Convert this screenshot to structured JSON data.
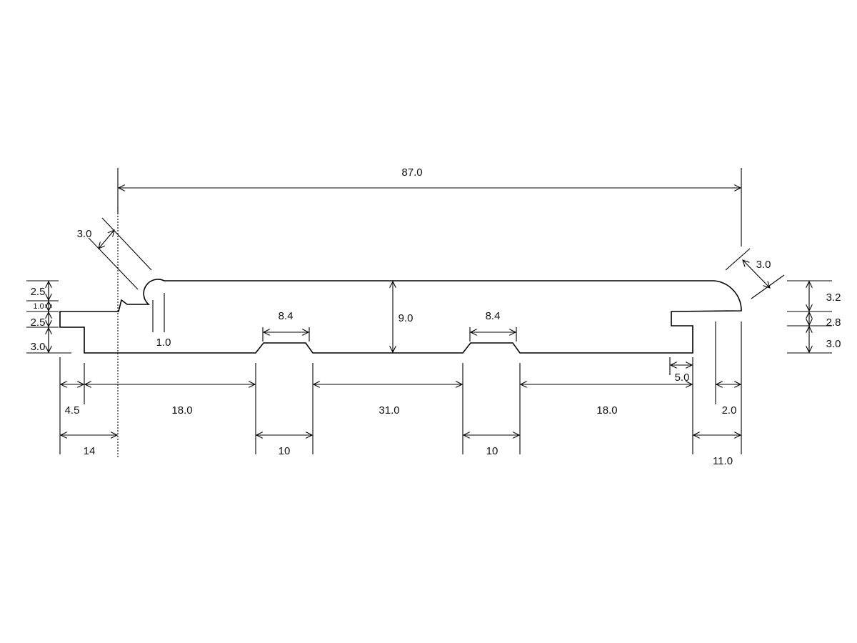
{
  "colors": {
    "line": "#000000",
    "background": "#ffffff"
  },
  "dimensions": {
    "overall_width": "87.0",
    "chamfer_left": "3.0",
    "chamfer_right": "3.0",
    "thickness": "9.0",
    "groove_top_left": "8.4",
    "groove_top_right": "8.4",
    "tongue_step": "1.0",
    "left_heights": [
      "2.5",
      "1.0",
      "2.5",
      "3.0"
    ],
    "right_heights": [
      "3.2",
      "2.8",
      "3.0"
    ],
    "right_notch": "5.0",
    "bottom_row1": [
      "4.5",
      "18.0",
      "31.0",
      "18.0",
      "2.0"
    ],
    "bottom_row2": [
      "14",
      "10",
      "10",
      "11.0"
    ]
  }
}
